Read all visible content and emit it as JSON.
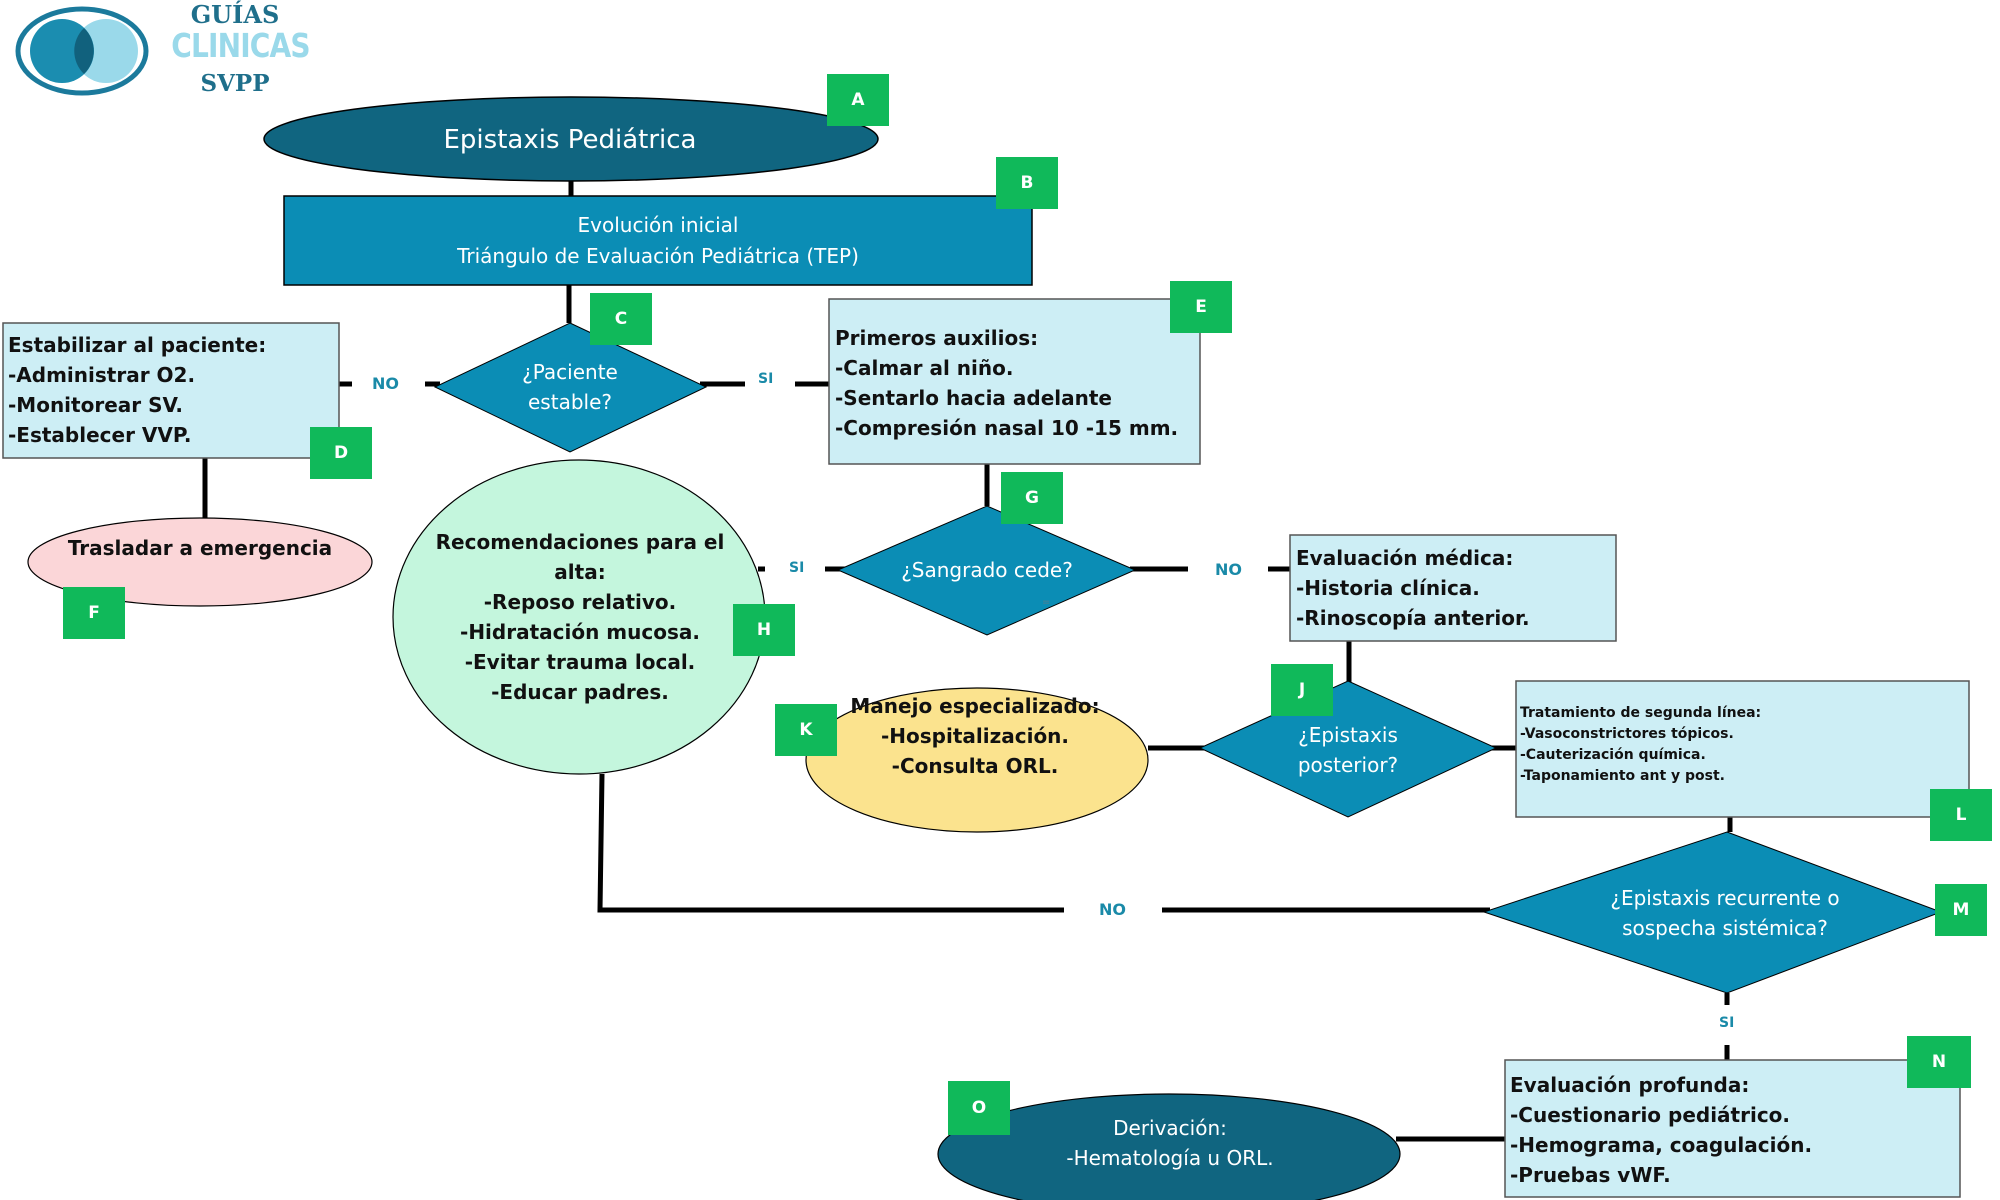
{
  "logo": {
    "line1": "GUÍAS",
    "line2": "CLINICAS",
    "line3": "SVPP",
    "colors": {
      "dark": "#1b7a9c",
      "light": "#9ad9ea",
      "text_dark": "#1f6f8b"
    }
  },
  "colors": {
    "dark_teal": "#106580",
    "mid_blue": "#0b8db5",
    "light_blue": "#cdeef5",
    "mint": "#c4f6dd",
    "pink": "#fbd6d8",
    "yellow": "#fbe38e",
    "badge_green": "#10b95a",
    "label_blue": "#1a8aa8",
    "line": "#000000"
  },
  "nodes": {
    "A": {
      "badge": "A",
      "lines": [
        "Epistaxis Pediátrica"
      ]
    },
    "B": {
      "badge": "B",
      "lines": [
        "Evolución inicial",
        "Triángulo de Evaluación Pediátrica (TEP)"
      ]
    },
    "C": {
      "badge": "C",
      "lines": [
        "¿Paciente",
        "estable?"
      ]
    },
    "D": {
      "badge": "D",
      "lines": [
        "Estabilizar al paciente:",
        "-Administrar O2.",
        "-Monitorear SV.",
        "-Establecer VVP."
      ]
    },
    "E": {
      "badge": "E",
      "lines": [
        "Primeros auxilios:",
        "-Calmar al niño.",
        "-Sentarlo hacia adelante",
        "-Compresión nasal 10 -15 mm."
      ]
    },
    "F": {
      "badge": "F",
      "lines": [
        "Trasladar a emergencia"
      ]
    },
    "G": {
      "badge": "G",
      "lines": [
        "¿Sangrado cede?"
      ]
    },
    "H": {
      "badge": "H",
      "lines": [
        "Recomendaciones para el",
        "alta:",
        "-Reposo relativo.",
        "-Hidratación mucosa.",
        "-Evitar trauma local.",
        "-Educar padres."
      ]
    },
    "I": {
      "lines": [
        "Evaluación médica:",
        "-Historia clínica.",
        "-Rinoscopía anterior."
      ]
    },
    "J": {
      "badge": "J",
      "lines": [
        "¿Epistaxis",
        "posterior?"
      ]
    },
    "K": {
      "badge": "K",
      "lines": [
        "Manejo especializado:",
        "-Hospitalización.",
        "-Consulta ORL."
      ]
    },
    "L": {
      "badge": "L",
      "lines": [
        "Tratamiento de segunda línea:",
        "-Vasoconstrictores tópicos.",
        "-Cauterización química.",
        "-Taponamiento ant y post."
      ]
    },
    "M": {
      "badge": "M",
      "lines": [
        "¿Epistaxis recurrente o",
        "sospecha sistémica?"
      ]
    },
    "N": {
      "badge": "N",
      "lines": [
        "Evaluación profunda:",
        "-Cuestionario pediátrico.",
        "-Hemograma, coagulación.",
        "-Pruebas vWF."
      ]
    },
    "O": {
      "badge": "O",
      "lines": [
        "Derivación:",
        "-Hematología u ORL."
      ]
    }
  },
  "edge_labels": {
    "c_no": "NO",
    "c_si": "SI",
    "g_si": "SI",
    "g_no": "NO",
    "m_no": "NO",
    "m_si": "SI"
  }
}
